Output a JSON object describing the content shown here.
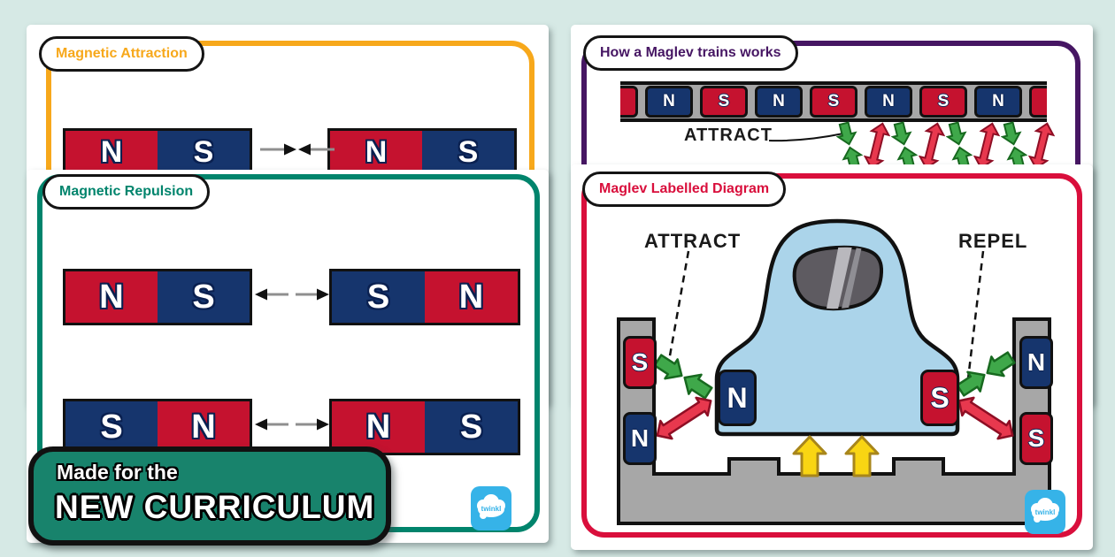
{
  "poster": {
    "background": "#D6E9E5",
    "cards": {
      "attraction": {
        "title": "Magnetic Attraction",
        "accent": "#F7A81B",
        "magnets": [
          [
            "N",
            "S"
          ],
          [
            "N",
            "S"
          ]
        ]
      },
      "maglev_works": {
        "title": "How a Maglev trains works",
        "accent": "#461663",
        "attract_label": "ATTRACT",
        "track_poles": [
          "N",
          "S",
          "N",
          "S",
          "N",
          "S",
          "N"
        ]
      },
      "repulsion": {
        "title": "Magnetic Repulsion",
        "accent": "#00846C",
        "rows": [
          {
            "left": [
              "N",
              "S"
            ],
            "right": [
              "S",
              "N"
            ]
          },
          {
            "left": [
              "S",
              "N"
            ],
            "right": [
              "N",
              "S"
            ]
          }
        ]
      },
      "labelled": {
        "title": "Maglev Labelled Diagram",
        "accent": "#D90F3C",
        "attract_label": "ATTRACT",
        "repel_label": "REPEL",
        "left_pillar": [
          "S",
          "N"
        ],
        "right_pillar": [
          "N",
          "S"
        ],
        "train_magnets": [
          "N",
          "S"
        ]
      }
    },
    "banner": {
      "line1": "Made for the",
      "line2": "NEW CURRICULUM",
      "bg": "#18836C"
    },
    "brand": {
      "name": "twinkl",
      "color": "#36B3E8"
    },
    "colors": {
      "magnet_red": "#C5122F",
      "magnet_blue": "#16356D",
      "train_blue": "#ABD4EA",
      "track_grey": "#A7A7A7",
      "green_arrow": "#3FA84A",
      "red_arrow": "#E8384E",
      "yellow_arrow": "#F9D513"
    }
  }
}
